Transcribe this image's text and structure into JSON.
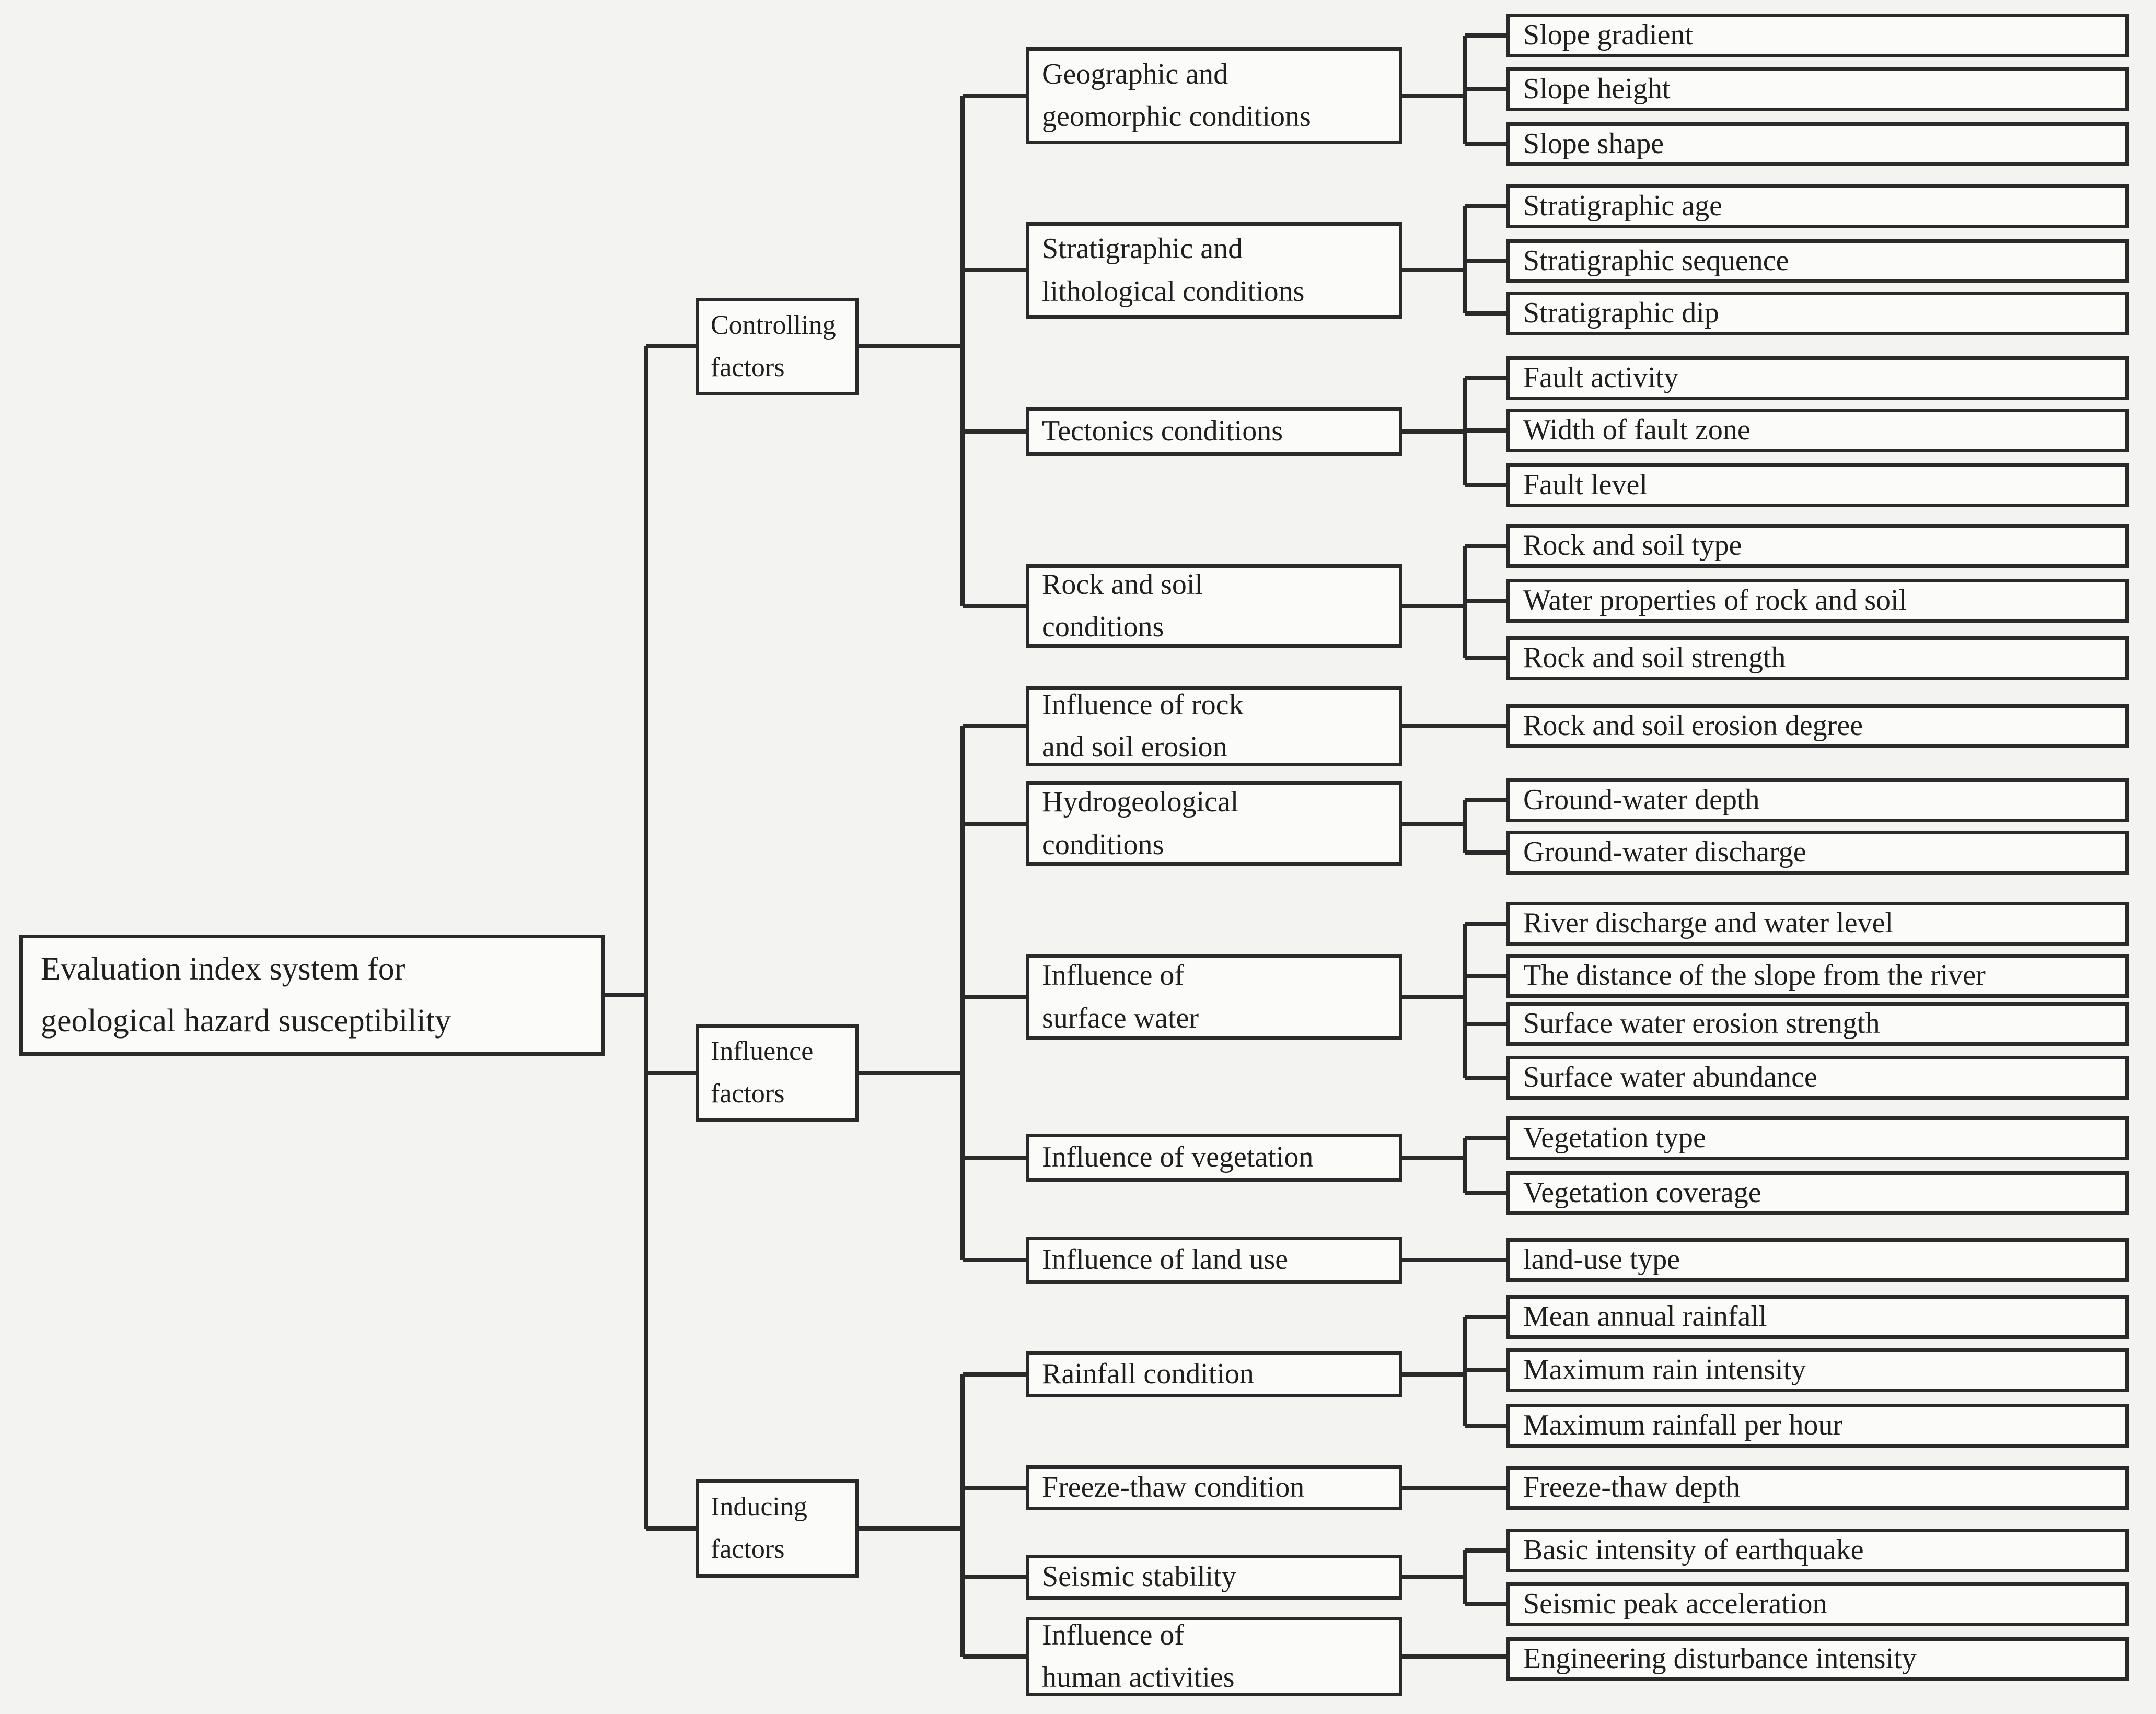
{
  "tree": {
    "root": "Evaluation index system for\ngeological hazard susceptibility",
    "factors": [
      {
        "label": "Controlling\nfactors",
        "categories": [
          {
            "label": "Geographic and\ngeomorphic conditions",
            "children": [
              "Slope gradient",
              "Slope height",
              "Slope shape"
            ]
          },
          {
            "label": "Stratigraphic and\nlithological conditions",
            "children": [
              "Stratigraphic age",
              "Stratigraphic sequence",
              "Stratigraphic dip"
            ]
          },
          {
            "label": "Tectonics conditions",
            "children": [
              "Fault activity",
              "Width of fault zone",
              "Fault level"
            ]
          },
          {
            "label": "Rock and soil\nconditions",
            "children": [
              "Rock and soil type",
              "Water properties of rock and soil",
              "Rock and soil strength"
            ]
          }
        ]
      },
      {
        "label": "Influence\nfactors",
        "categories": [
          {
            "label": "Influence of rock\nand soil erosion",
            "children": [
              "Rock and soil erosion degree"
            ]
          },
          {
            "label": "Hydrogeological\nconditions",
            "children": [
              "Ground-water depth",
              "Ground-water discharge"
            ]
          },
          {
            "label": "Influence of\nsurface water",
            "children": [
              "River discharge and water level",
              "The distance of the slope from the river",
              "Surface water erosion strength",
              "Surface water abundance"
            ]
          },
          {
            "label": "Influence of vegetation",
            "children": [
              "Vegetation type",
              "Vegetation coverage"
            ]
          },
          {
            "label": "Influence of land use",
            "children": [
              "land-use type"
            ]
          }
        ]
      },
      {
        "label": "Inducing\nfactors",
        "categories": [
          {
            "label": "Rainfall condition",
            "children": [
              "Mean annual rainfall",
              "Maximum rain intensity",
              "Maximum rainfall per hour"
            ]
          },
          {
            "label": "Freeze-thaw condition",
            "children": [
              "Freeze-thaw depth"
            ]
          },
          {
            "label": "Seismic stability",
            "children": [
              "Basic intensity of earthquake",
              "Seismic peak acceleration"
            ]
          },
          {
            "label": "Influence of\nhuman activities",
            "children": [
              "Engineering disturbance intensity"
            ]
          }
        ]
      }
    ]
  }
}
